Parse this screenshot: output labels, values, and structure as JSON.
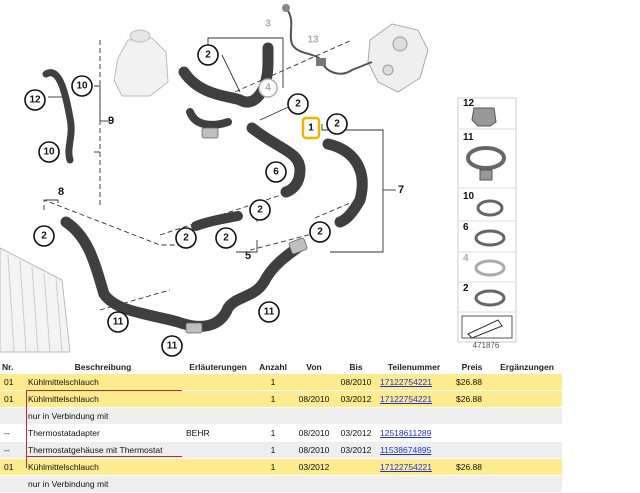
{
  "diagram": {
    "callouts": [
      "1",
      "2",
      "3",
      "4",
      "5",
      "6",
      "7",
      "8",
      "9",
      "10",
      "11",
      "12",
      "13"
    ],
    "legend": [
      "12",
      "11",
      "10",
      "6",
      "4",
      "2"
    ],
    "figure_number": "471876"
  },
  "table": {
    "headers": {
      "nr": "Nr.",
      "beschreibung": "Beschreibung",
      "erlaeuterungen": "Erläuterungen",
      "anzahl": "Anzahl",
      "von": "Von",
      "bis": "Bis",
      "teilenummer": "Teilenummer",
      "preis": "Preis",
      "ergaenzungen": "Ergänzungen"
    },
    "rows": [
      {
        "nr": "01",
        "beschreibung": "Kühlmittelschlauch",
        "erlaeuterungen": "",
        "anzahl": "1",
        "von": "",
        "bis": "08/2010",
        "teilenummer": "17122754221",
        "preis": "$26.88",
        "ergaenzungen": ""
      },
      {
        "nr": "01",
        "beschreibung": "Kühlmittelschlauch",
        "erlaeuterungen": "",
        "anzahl": "1",
        "von": "08/2010",
        "bis": "03/2012",
        "teilenummer": "17122754221",
        "preis": "$26.88",
        "ergaenzungen": ""
      },
      {
        "nr": "",
        "beschreibung": "nur in Verbindung mit",
        "erlaeuterungen": "",
        "anzahl": "",
        "von": "",
        "bis": "",
        "teilenummer": "",
        "preis": "",
        "ergaenzungen": ""
      },
      {
        "nr": "--",
        "beschreibung": "Thermostatadapter",
        "erlaeuterungen": "BEHR",
        "anzahl": "1",
        "von": "08/2010",
        "bis": "03/2012",
        "teilenummer": "12518611289",
        "preis": "",
        "ergaenzungen": ""
      },
      {
        "nr": "--",
        "beschreibung": "Thermostatgehäuse mit Thermostat",
        "erlaeuterungen": "",
        "anzahl": "1",
        "von": "08/2010",
        "bis": "03/2012",
        "teilenummer": "11538674895",
        "preis": "",
        "ergaenzungen": ""
      },
      {
        "nr": "01",
        "beschreibung": "Kühlmittelschlauch",
        "erlaeuterungen": "",
        "anzahl": "1",
        "von": "03/2012",
        "bis": "",
        "teilenummer": "17122754221",
        "preis": "$26.88",
        "ergaenzungen": ""
      },
      {
        "nr": "",
        "beschreibung": "nur in Verbindung mit",
        "erlaeuterungen": "",
        "anzahl": "",
        "von": "",
        "bis": "",
        "teilenummer": "",
        "preis": "",
        "ergaenzungen": ""
      }
    ]
  }
}
